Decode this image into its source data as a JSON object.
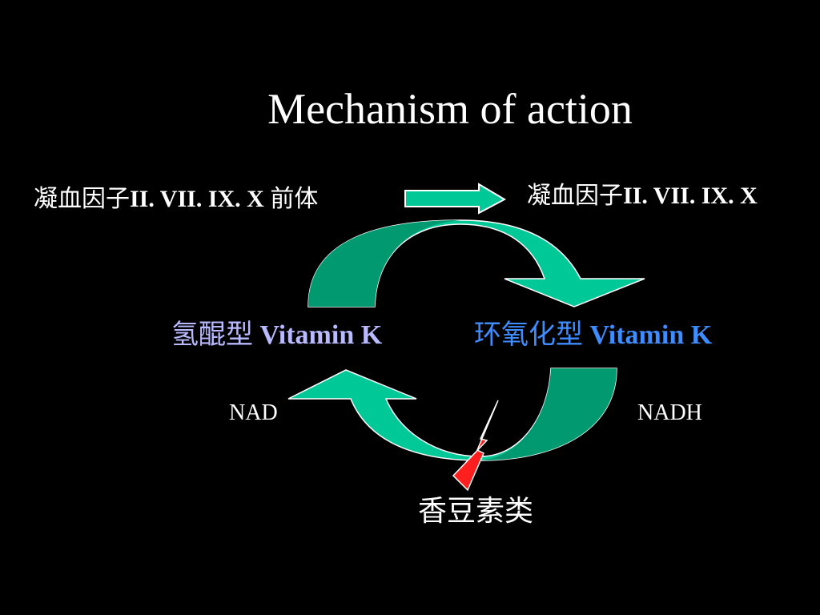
{
  "slide": {
    "title": "Mechanism of action",
    "precursor": {
      "cn": "凝血因子",
      "factors": "II. VII. IX. X",
      "suffix": " 前体"
    },
    "active_factors": {
      "cn": "凝血因子",
      "factors": "II. VII. IX. X"
    },
    "hydroquinone": {
      "cn": "氢醌型 ",
      "name": "Vitamin K"
    },
    "epoxide": {
      "cn": "环氧化型 ",
      "name": "Vitamin K"
    },
    "nad_label": "NAD",
    "nadh_label": "NADH",
    "inhibitor_label": "香豆素类",
    "colors": {
      "background": "#000000",
      "arrow_green": "#00c896",
      "arrow_dark_green": "#009970",
      "bolt_red": "#ff1f1f",
      "hydroquinone_text": "#b9b9ff",
      "epoxide_text": "#3f8cff"
    },
    "icons": {
      "top_arrow": "straight-right-arrow-icon",
      "cycle_top": "curved-arrow-icon",
      "cycle_bottom": "curved-arrow-icon",
      "inhibition": "lightning-bolt-icon"
    }
  }
}
